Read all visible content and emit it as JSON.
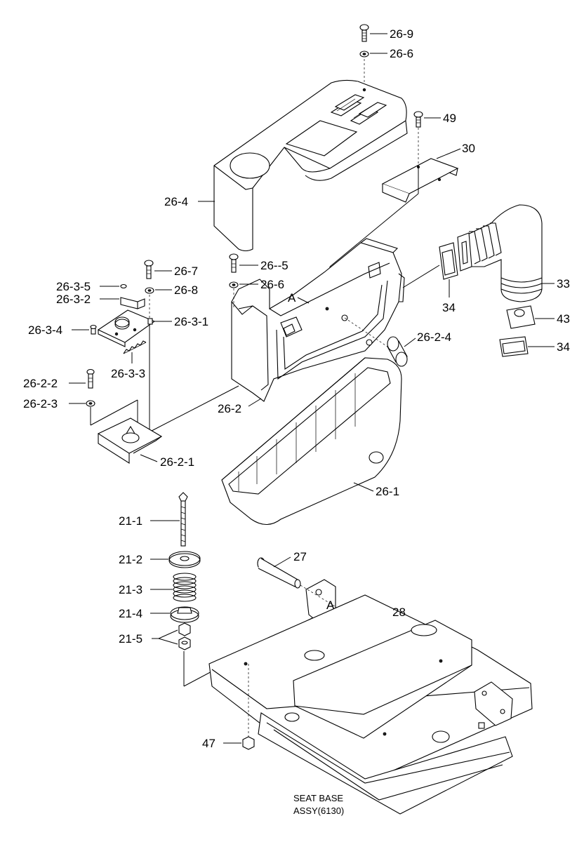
{
  "labels": {
    "p26_9": "26-9",
    "p26_6_top": "26-6",
    "p49": "49",
    "p30": "30",
    "p26_4": "26-4",
    "p26_5": "26--5",
    "p26_6_mid": "26-6",
    "p26_7": "26-7",
    "p26_8": "26-8",
    "p26_3_5": "26-3-5",
    "p26_3_2": "26-3-2",
    "p26_3_4": "26-3-4",
    "p26_3_1": "26-3-1",
    "p26_3_3": "26-3-3",
    "p26_2_2": "26-2-2",
    "p26_2_3": "26-2-3",
    "p26_2_1": "26-2-1",
    "p26_2": "26-2",
    "p26_2_4": "26-2-4",
    "p33": "33",
    "p34_mid": "34",
    "p43": "43",
    "p34_low": "34",
    "p26_1": "26-1",
    "p21_1": "21-1",
    "p21_2": "21-2",
    "p21_3": "21-3",
    "p21_4": "21-4",
    "p21_5": "21-5",
    "p27": "27",
    "p28": "28",
    "p47": "47",
    "ref_a_upper": "A",
    "ref_a_lower": "A"
  },
  "caption": {
    "line1": "SEAT BASE",
    "line2": "ASSY(6130)"
  }
}
